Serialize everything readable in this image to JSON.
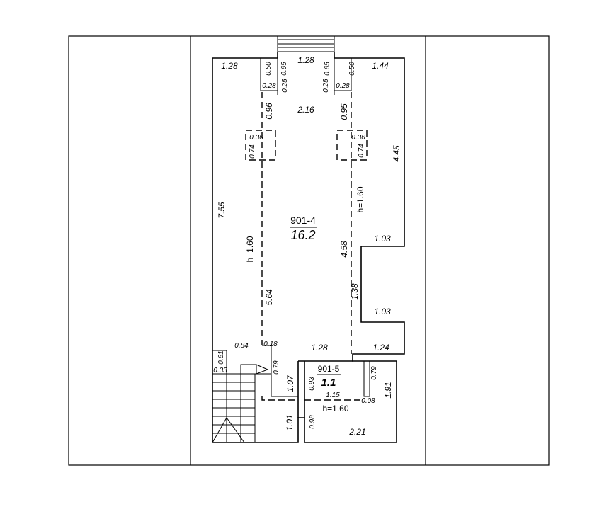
{
  "rooms": [
    {
      "number": "901-4",
      "area": "16.2",
      "height": "h=1.60"
    },
    {
      "number": "901-5",
      "area": "1.1",
      "height": "h=1.60"
    }
  ],
  "dimensions": {
    "top_left_1_28": "1.28",
    "stair_1_28": "1.28",
    "top_right_1_44": "1.44",
    "d050_left": "0.50",
    "d065_left": "0.65",
    "d065_right": "0.65",
    "d050_right": "0.50",
    "d028_left": "0.28",
    "d025_left": "0.25",
    "d025_right": "0.25",
    "d028_right": "0.28",
    "d096": "0.96",
    "d216": "2.16",
    "d095": "0.95",
    "d036_left": "0.36",
    "d074_left": "0.74",
    "d036_right": "0.36",
    "d074_right": "0.74",
    "d445": "4.45",
    "d755": "7.55",
    "h160_left": "h=1.60",
    "h160_right": "h=1.60",
    "d458": "4.58",
    "d103_top": "1.03",
    "d138": "1.38",
    "d564": "5.64",
    "d103_bottom": "1.03",
    "d084": "0.84",
    "d018": "0.18",
    "d061": "0.61",
    "d033": "0.33",
    "d079_left": "0.79",
    "d128_bottom": "1.28",
    "d124": "1.24",
    "d107": "1.07",
    "d093": "0.93",
    "d115": "1.15",
    "d079_right": "0.79",
    "d008": "0.08",
    "d191": "1.91",
    "d101": "1.01",
    "d098": "0.98",
    "d221": "2.21"
  }
}
